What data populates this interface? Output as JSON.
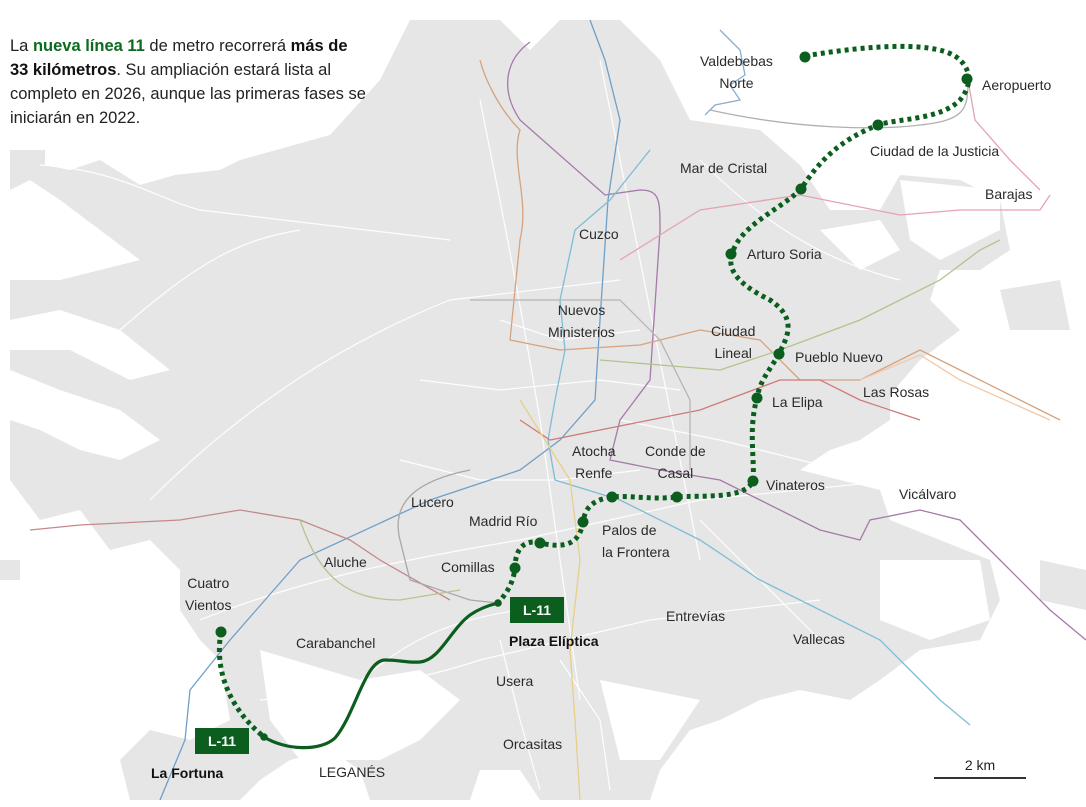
{
  "intro": {
    "p1": "La ",
    "highlight": "nueva línea 11",
    "p2": " de metro recorrerá ",
    "bold1": "más de 33 kilómetros",
    "p3": ". Su ampliación estará lista al completo en 2026, aunque las primeras fases se iniciarán en 2022."
  },
  "colors": {
    "accent": "#0b5e1e",
    "land": "#e6e6e6",
    "roads": "#ffffff"
  },
  "badges": {
    "plaza_eliptica": "L-11",
    "la_fortuna": "L-11"
  },
  "stations": {
    "valdebebas_1": "Valdebebas",
    "valdebebas_2": "Norte",
    "aeropuerto": "Aeropuerto",
    "ciudad_justicia": "Ciudad de la Justicia",
    "arturo_soria": "Arturo Soria",
    "pueblo_nuevo": "Pueblo Nuevo",
    "la_elipa": "La Elipa",
    "vinateros": "Vinateros",
    "conde_casal_1": "Conde de",
    "conde_casal_2": "Casal",
    "atocha_1": "Atocha",
    "atocha_2": "Renfe",
    "palos_1": "Palos de",
    "palos_2": "la Frontera",
    "madrid_rio": "Madrid Río",
    "comillas": "Comillas",
    "plaza_eliptica": "Plaza Elíptica",
    "cuatro_vientos_1": "Cuatro",
    "cuatro_vientos_2": "Vientos",
    "la_fortuna": "La Fortuna"
  },
  "areas": {
    "mar_de_cristal": "Mar de Cristal",
    "barajas": "Barajas",
    "cuzco": "Cuzco",
    "nuevos_ministerios_1": "Nuevos",
    "nuevos_ministerios_2": "Ministerios",
    "ciudad_lineal_1": "Ciudad",
    "ciudad_lineal_2": "Lineal",
    "las_rosas": "Las Rosas",
    "vicalvaro": "Vicálvaro",
    "lucero": "Lucero",
    "aluche": "Aluche",
    "carabanchel": "Carabanchel",
    "usera": "Usera",
    "orcasitas": "Orcasitas",
    "entrevias": "Entrevías",
    "vallecas": "Vallecas",
    "leganes": "LEGANÉS"
  },
  "scale": {
    "label": "2 km"
  }
}
